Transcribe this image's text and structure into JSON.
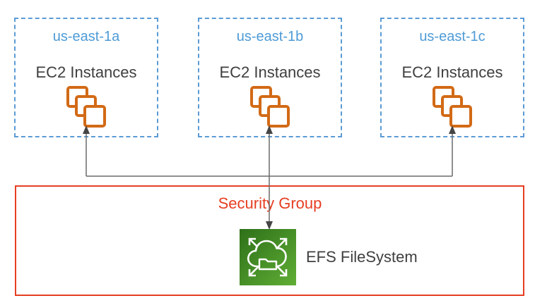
{
  "diagram": {
    "availability_zones": [
      {
        "name": "us-east-1a",
        "service_label": "EC2 Instances"
      },
      {
        "name": "us-east-1b",
        "service_label": "EC2 Instances"
      },
      {
        "name": "us-east-1c",
        "service_label": "EC2 Instances"
      }
    ],
    "security_group": {
      "label": "Security Group",
      "efs_label": "EFS FileSystem"
    },
    "icons": {
      "ec2": "stacked-instance-squares-icon",
      "efs": "efs-cloud-folder-expand-icon"
    },
    "connections": [
      {
        "from": "EFS FileSystem",
        "to": "us-east-1a EC2 Instances",
        "arrowheads": "at-ec2"
      },
      {
        "from": "EFS FileSystem",
        "to": "us-east-1b EC2 Instances",
        "arrowheads": "both-ends"
      },
      {
        "from": "EFS FileSystem",
        "to": "us-east-1c EC2 Instances",
        "arrowheads": "at-ec2"
      }
    ],
    "colors": {
      "az_border_blue": "#5B9BD5",
      "az_title_blue": "#4E9BD6",
      "body_text_gray": "#3F3F3F",
      "ec2_icon_orange": "#D26A16",
      "security_group_red": "#E63E22",
      "connector_gray": "#6B6B6B",
      "efs_green_dark": "#2E7019",
      "efs_green_light": "#5FAE35"
    }
  }
}
